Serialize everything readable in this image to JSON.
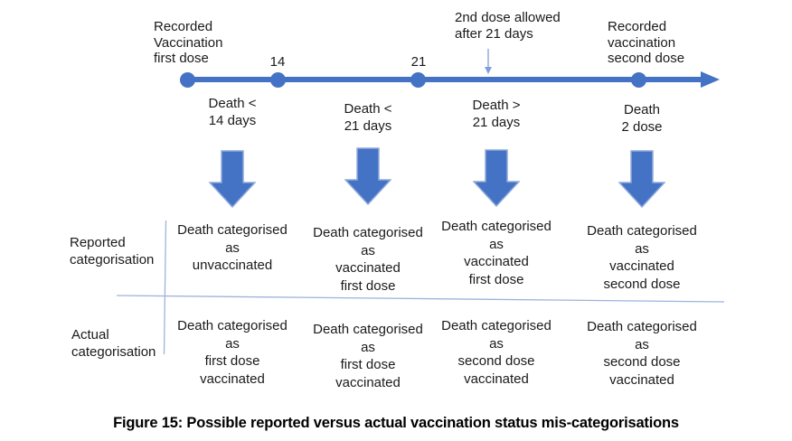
{
  "colors": {
    "accent": "#4472C4",
    "arrow_border": "#8FAADC",
    "thin_arrow": "#7F9FDB",
    "divider": "#9DB3DC",
    "text": "#1a1a1a"
  },
  "timeline": {
    "first_dose_label": "Recorded\nVaccination\nfirst dose",
    "tick_14": "14",
    "tick_21": "21",
    "second_dose_note": "2nd dose allowed\nafter 21 days",
    "second_dose_label": "Recorded\nvaccination\nsecond dose"
  },
  "death_windows": [
    "Death <\n14 days",
    "Death <\n21 days",
    "Death >\n21 days",
    "Death\n2 dose"
  ],
  "rows": {
    "reported": {
      "label": "Reported\ncategorisation",
      "cells": [
        "Death categorised\nas\nunvaccinated",
        "Death categorised\nas\nvaccinated\nfirst dose",
        "Death categorised\nas\nvaccinated\nfirst dose",
        "Death categorised\nas\nvaccinated\nsecond dose"
      ]
    },
    "actual": {
      "label": "Actual\ncategorisation",
      "cells": [
        "Death categorised\nas\nfirst dose\nvaccinated",
        "Death categorised\nas\nfirst dose\nvaccinated",
        "Death categorised\nas\nsecond dose\nvaccinated",
        "Death categorised\nas\nsecond dose\nvaccinated"
      ]
    }
  },
  "caption": "Figure 15: Possible reported versus actual vaccination status mis-categorisations"
}
